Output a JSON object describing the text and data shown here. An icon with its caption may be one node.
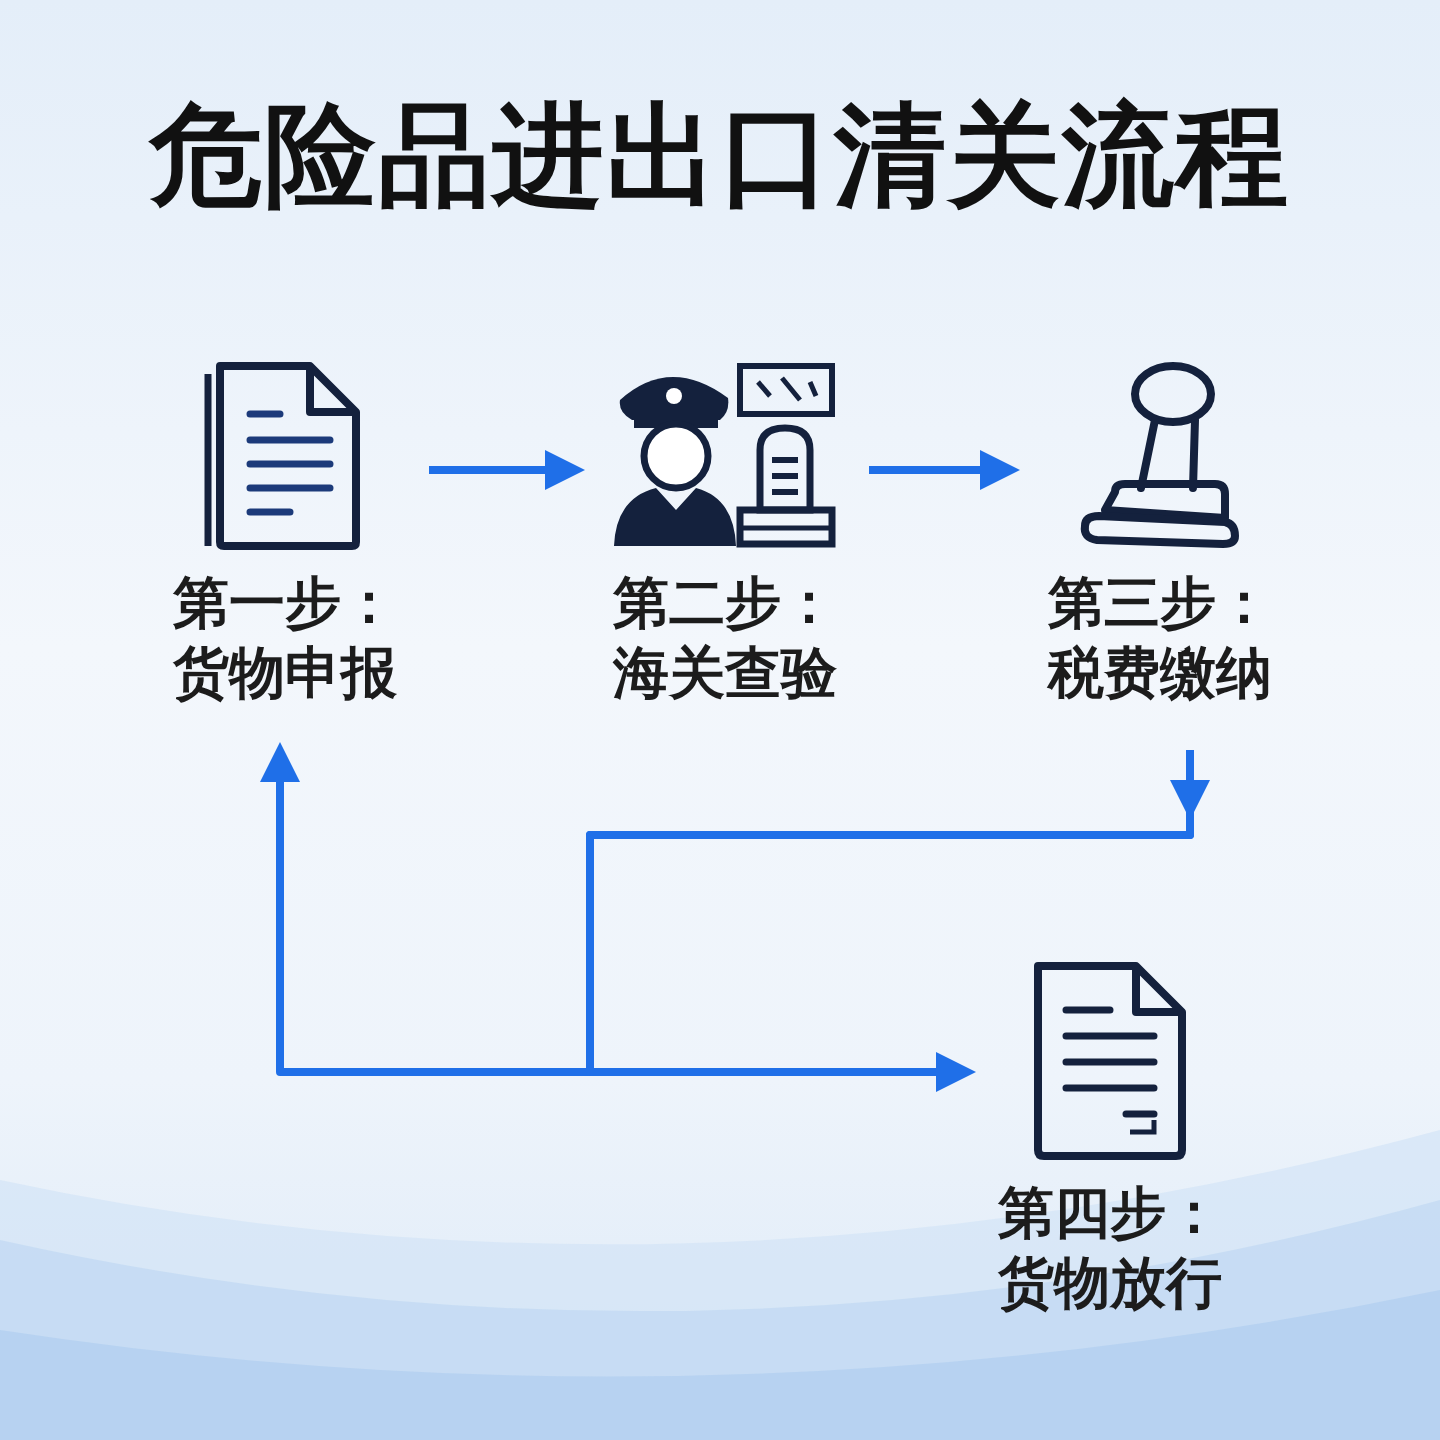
{
  "diagram": {
    "title": "危险品进出口清关流程",
    "nodes": [
      {
        "text": [
          "第一步：",
          "货物申报"
        ]
      },
      {
        "text": [
          "第二步：",
          "海关查验"
        ]
      },
      {
        "text": [
          "第三步：",
          "税费缴纳"
        ]
      },
      {
        "text": [
          "第四步：",
          "货物放行"
        ]
      }
    ],
    "edges": [
      {
        "from": 0,
        "to": 1,
        "arrow": "to"
      },
      {
        "from": 1,
        "to": 2,
        "arrow": "to"
      },
      {
        "from": 2,
        "to": 0,
        "arrow": "to"
      },
      {
        "from": 2,
        "to": 3,
        "arrow": "to"
      }
    ]
  }
}
